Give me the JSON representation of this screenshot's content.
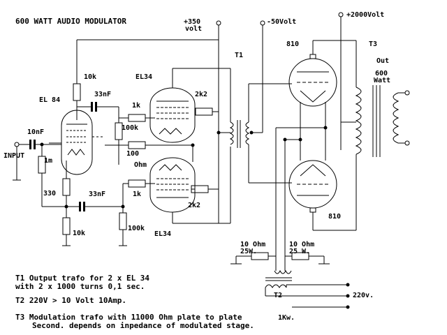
{
  "title": "600 WATT AUDIO MODULATOR",
  "supplies": {
    "plus350": "+350",
    "plus350_unit": "volt",
    "minus50": "-50Volt",
    "plus2000": "+2000Volt"
  },
  "tubes": {
    "el84": "EL 84",
    "el34_top": "EL34",
    "el34_bottom": "EL34",
    "tube810_top": "810",
    "tube810_bottom": "810"
  },
  "transformers": {
    "t1": "T1",
    "t2": "T2",
    "t3": "T3"
  },
  "input_label": "INPUT",
  "output": {
    "out": "Out",
    "power": "600",
    "unit": "Watt"
  },
  "components": {
    "r_10k_plate": "10k",
    "c_33nF_top": "33nF",
    "r_1k_top": "1k",
    "r_2k2_top": "2k2",
    "r_100k_pot": "100k",
    "r_100_ohm": "100",
    "ohm": "Ohm",
    "c_10nF": "10nF",
    "r_1m": "1m",
    "r_330": "330",
    "c_33nF_bottom": "33nF",
    "r_1k_bottom": "1k",
    "r_2k2_bottom": "2k2",
    "r_10k_bottom": "10k",
    "r_100k_bottom": "100k",
    "r_10ohm_left_val": "10 Ohm",
    "r_10ohm_left_pwr": "25W.",
    "r_10ohm_right_val": "10 Ohm",
    "r_10ohm_right_pwr": "25 W.",
    "mains": "220v.",
    "kw": "1Kw."
  },
  "notes": [
    "T1 Output trafo for 2 x EL 34",
    "with 2 x 1000 turns 0,1 sec.",
    "T2 220V > 10 Volt 10Amp.",
    "T3 Modulation trafo with 11000 Ohm plate to plate",
    "Second. depends on  inpedance of modulated stage."
  ]
}
